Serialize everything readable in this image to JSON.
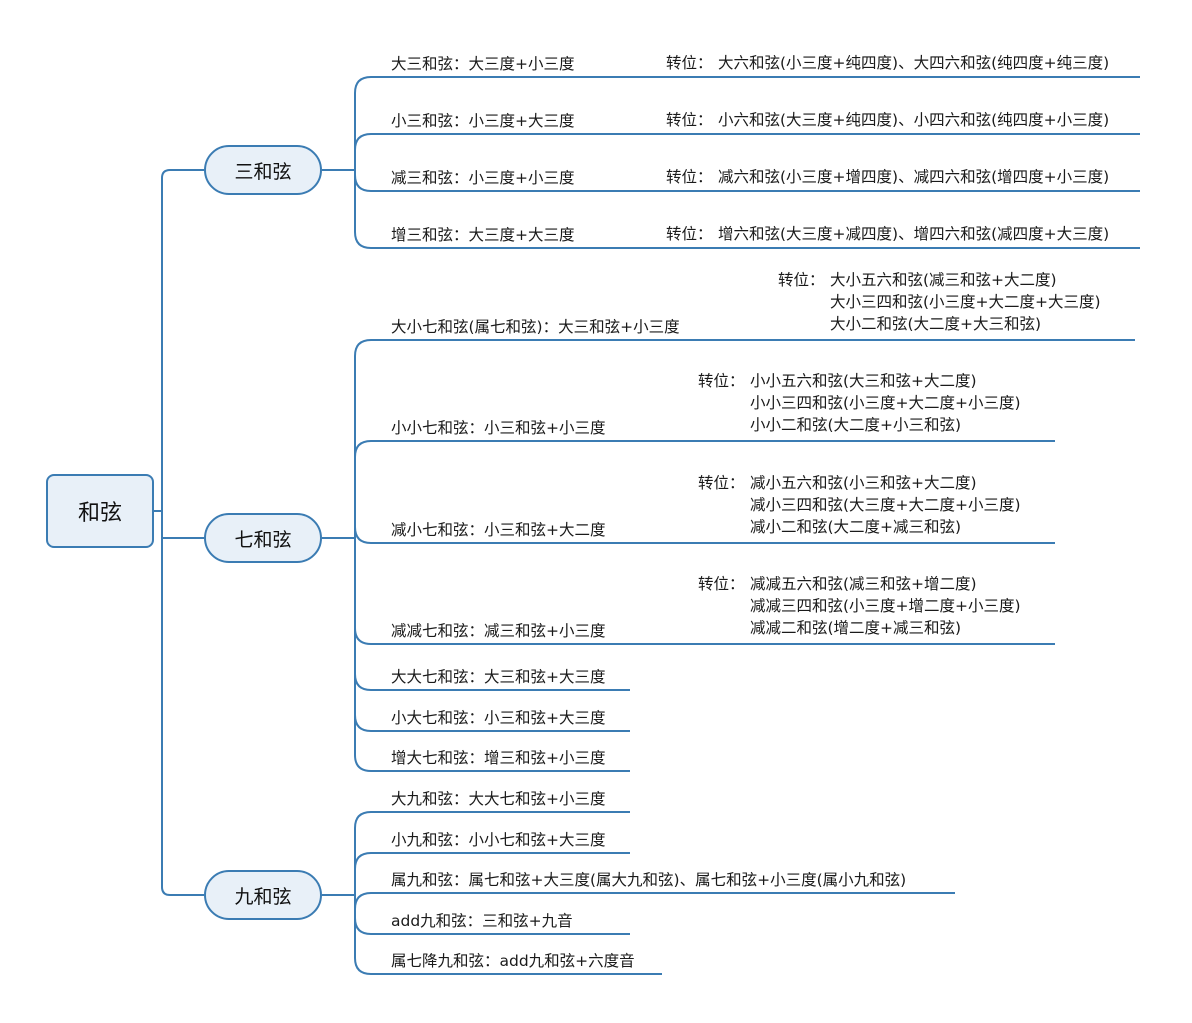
{
  "root": "和弦",
  "categories": [
    {
      "name": "三和弦",
      "chords": [
        {
          "label": "大三和弦：大三度+小三度",
          "inversion_prefix": "转位：",
          "inversions": [
            "大六和弦(小三度+纯四度)、大四六和弦(纯四度+纯三度)"
          ]
        },
        {
          "label": "小三和弦：小三度+大三度",
          "inversion_prefix": "转位：",
          "inversions": [
            "小六和弦(大三度+纯四度)、小四六和弦(纯四度+小三度)"
          ]
        },
        {
          "label": "减三和弦：小三度+小三度",
          "inversion_prefix": "转位：",
          "inversions": [
            "减六和弦(小三度+增四度)、减四六和弦(增四度+小三度)"
          ]
        },
        {
          "label": "增三和弦：大三度+大三度",
          "inversion_prefix": "转位：",
          "inversions": [
            "增六和弦(大三度+减四度)、增四六和弦(减四度+大三度)"
          ]
        }
      ]
    },
    {
      "name": "七和弦",
      "chords": [
        {
          "label": "大小七和弦(属七和弦)：大三和弦+小三度",
          "inversion_prefix": "转位：",
          "inversions": [
            "大小五六和弦(减三和弦+大二度)",
            "大小三四和弦(小三度+大二度+大三度)",
            "大小二和弦(大二度+大三和弦)"
          ]
        },
        {
          "label": "小小七和弦：小三和弦+小三度",
          "inversion_prefix": "转位：",
          "inversions": [
            "小小五六和弦(大三和弦+大二度)",
            "小小三四和弦(小三度+大二度+小三度)",
            "小小二和弦(大二度+小三和弦)"
          ]
        },
        {
          "label": "减小七和弦：小三和弦+大二度",
          "inversion_prefix": "转位：",
          "inversions": [
            "减小五六和弦(小三和弦+大二度)",
            "减小三四和弦(大三度+大二度+小三度)",
            "减小二和弦(大二度+减三和弦)"
          ]
        },
        {
          "label": "减减七和弦：减三和弦+小三度",
          "inversion_prefix": "转位：",
          "inversions": [
            "减减五六和弦(减三和弦+增二度)",
            "减减三四和弦(小三度+增二度+小三度)",
            "减减二和弦(增二度+减三和弦)"
          ]
        },
        {
          "label": "大大七和弦：大三和弦+大三度"
        },
        {
          "label": "小大七和弦：小三和弦+大三度"
        },
        {
          "label": "增大七和弦：增三和弦+小三度"
        }
      ]
    },
    {
      "name": "九和弦",
      "chords": [
        {
          "label": "大九和弦：大大七和弦+小三度"
        },
        {
          "label": "小九和弦：小小七和弦+大三度"
        },
        {
          "label": "属九和弦：属七和弦+大三度(属大九和弦)、属七和弦+小三度(属小九和弦)"
        },
        {
          "label": "add九和弦：三和弦+九音"
        },
        {
          "label": "属七降九和弦：add九和弦+六度音"
        }
      ]
    }
  ],
  "colors": {
    "line": "#3b7cb3",
    "node_fill": "#e8f0f8",
    "node_border": "#3b7cb3"
  }
}
